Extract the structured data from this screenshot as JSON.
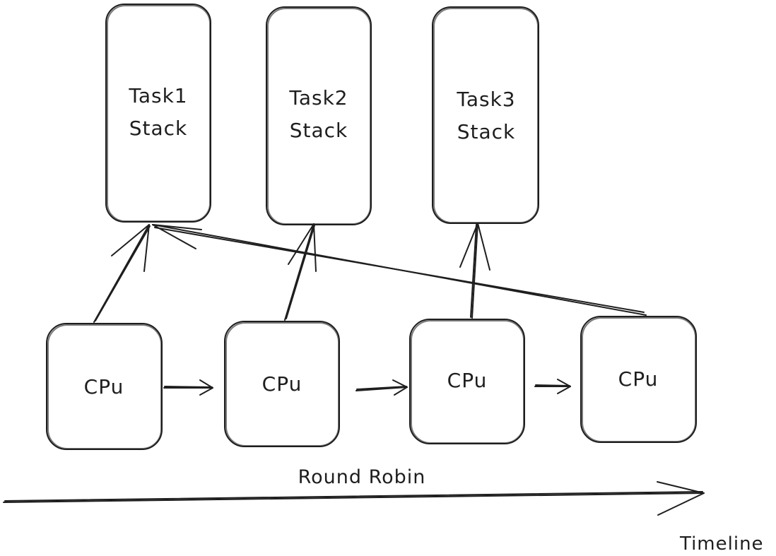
{
  "tasks": [
    {
      "line1": "Task1",
      "line2": "Stack"
    },
    {
      "line1": "Task2",
      "line2": "Stack"
    },
    {
      "line1": "Task3",
      "line2": "Stack"
    }
  ],
  "cpus": [
    {
      "label": "CPu"
    },
    {
      "label": "CPu"
    },
    {
      "label": "CPu"
    },
    {
      "label": "CPu"
    }
  ],
  "timeline": {
    "caption": "Round Robin",
    "label": "Timeline"
  },
  "colors": {
    "stroke": "#1e1e1e",
    "background": "#ffffff"
  }
}
